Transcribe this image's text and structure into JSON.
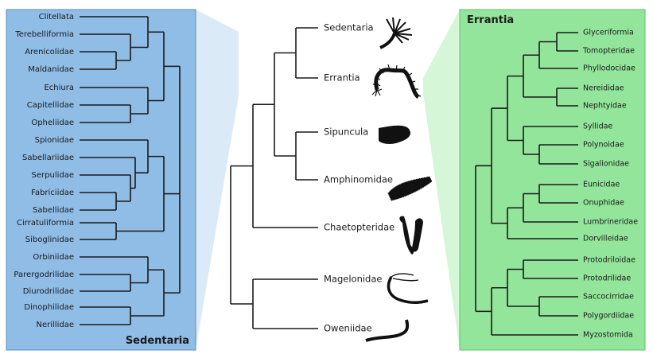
{
  "left_panel": {
    "title": "Sedentaria",
    "bg_color": "#8fbde6",
    "taxa": [
      "Clitellata",
      "Terebelliformia",
      "Arenicolidae",
      "Maldanidae",
      "Echiura",
      "Capitellidae",
      "Opheliidae",
      "Spionidae",
      "Sabellariidae",
      "Serpulidae",
      "Fabriciidae",
      "Sabellidae",
      "Cirratuliformia",
      "Siboglinidae",
      "Orbiniidae",
      "Parergodrilidae",
      "Diurodrilidae",
      "Dinophilidae",
      "Nerillidae"
    ]
  },
  "center_tree": {
    "taxa": [
      "Sedentaria",
      "Errantia",
      "Sipuncula",
      "Amphinomidae",
      "Chaetopteridae",
      "Magelonidae",
      "Oweniidae"
    ],
    "silhouettes": [
      "sedentaria-worm-icon",
      "errantia-worm-icon",
      "sipuncula-worm-icon",
      "amphinomidae-worm-icon",
      "chaetopteridae-worm-icon",
      "magelonidae-worm-icon",
      "oweniidae-worm-icon"
    ]
  },
  "right_panel": {
    "title": "Errantia",
    "bg_color": "#92e59a",
    "taxa": [
      "Glyceriformia",
      "Tomopteridae",
      "Phyllodocidae",
      "Nereididae",
      "Nephtyidae",
      "Syllidae",
      "Polynoidae",
      "Sigalionidae",
      "Eunicidae",
      "Onuphidae",
      "Lumbrineridae",
      "Dorvilleidae",
      "Protodriloidae",
      "Protodrilidae",
      "Saccocirridae",
      "Polygordiidae",
      "Myzostomida"
    ]
  },
  "colors": {
    "line": "#1a1a1a",
    "silhouette": "#111111"
  }
}
